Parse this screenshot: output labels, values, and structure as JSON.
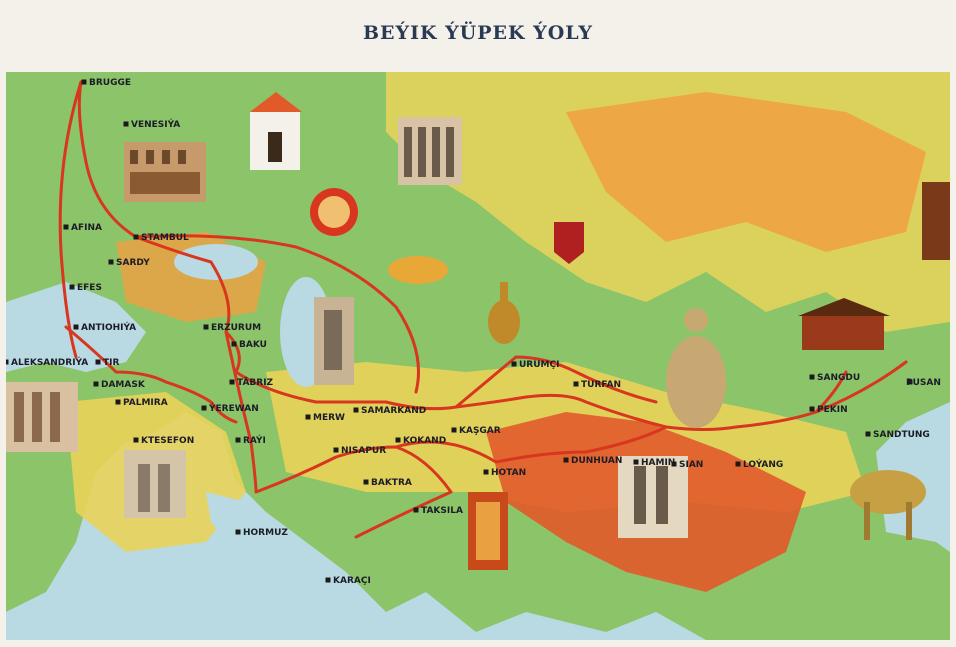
{
  "title": "BEÝIK ÝÜPEK ÝOLY",
  "cities": [
    {
      "name": "BRUGGE"
    },
    {
      "name": "VENESIÝA"
    },
    {
      "name": "AFINA"
    },
    {
      "name": "STAMBUL"
    },
    {
      "name": "SARDY"
    },
    {
      "name": "EFES"
    },
    {
      "name": "ANTIOHIÝA"
    },
    {
      "name": "TIR"
    },
    {
      "name": "DAMASK"
    },
    {
      "name": "PALMIRA"
    },
    {
      "name": "ALEKSANDRIÝA"
    },
    {
      "name": "KTESEFON"
    },
    {
      "name": "ERZURUM"
    },
    {
      "name": "BAKU"
    },
    {
      "name": "TÄBRIZ"
    },
    {
      "name": "ÝEREWAN"
    },
    {
      "name": "RAÝI"
    },
    {
      "name": "MERW"
    },
    {
      "name": "SAMARKAND"
    },
    {
      "name": "NISAPUR"
    },
    {
      "name": "KOKAND"
    },
    {
      "name": "KAŞGAR"
    },
    {
      "name": "BAKTRA"
    },
    {
      "name": "TAKSILA"
    },
    {
      "name": "HOTAN"
    },
    {
      "name": "HORMUZ"
    },
    {
      "name": "KARAÇI"
    },
    {
      "name": "URUMÇI"
    },
    {
      "name": "TURFAN"
    },
    {
      "name": "HAMIN"
    },
    {
      "name": "DUNHUAN"
    },
    {
      "name": "SIAN"
    },
    {
      "name": "LOÝANG"
    },
    {
      "name": "SANGDU"
    },
    {
      "name": "PEKIN"
    },
    {
      "name": "PUSAN"
    },
    {
      "name": "SANDTUNG"
    }
  ],
  "colors": {
    "route": "#d8361f",
    "sea": "#b9d9e3",
    "lowland": "#8cc46a",
    "plain": "#e9d35a",
    "highland": "#f0a040",
    "mountain": "#e25a2a",
    "title": "#2a3a55"
  },
  "illustrations": [
    "european-cathedral-icon",
    "italian-architecture-icon",
    "byzantine-church-icon",
    "medallion-icon",
    "coat-of-arms-icon",
    "silk-bundle-icon",
    "ewer-icon",
    "minaret-icon",
    "merchant-figure-icon",
    "chinese-pavilion-icon",
    "pagoda-icon",
    "egyptian-relief-icon",
    "ctesiphon-arch-icon",
    "stupa-icon",
    "indian-shrine-icon",
    "camel-caravan-icon"
  ]
}
